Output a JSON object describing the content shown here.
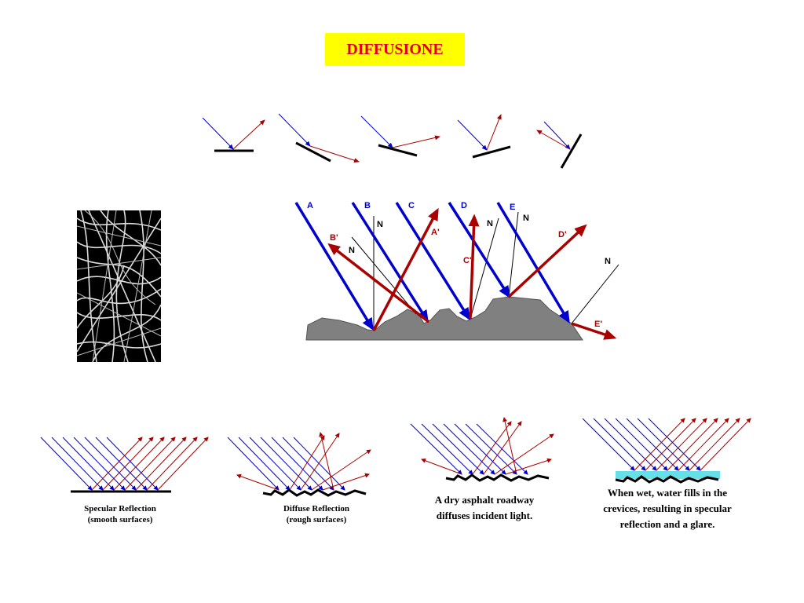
{
  "title": "DIFFUSIONE",
  "colors": {
    "title_bg": "#ffff00",
    "title_text": "#e0001b",
    "incident": "#0000cc",
    "reflected": "#aa0000",
    "surface": "#808080",
    "water": "#66e0e8"
  },
  "rough_surface": {
    "rays": [
      {
        "label": "A",
        "reflected": "A'"
      },
      {
        "label": "B",
        "reflected": "B'"
      },
      {
        "label": "C",
        "reflected": ""
      },
      {
        "label": "D",
        "reflected": "D'"
      },
      {
        "label": "E",
        "reflected": "E'"
      }
    ],
    "extra_reflected": "C'",
    "normal_label": "N"
  },
  "captions": {
    "specular": [
      "Specular Reflection",
      "(smooth surfaces)"
    ],
    "diffuse": [
      "Diffuse Reflection",
      "(rough surfaces)"
    ],
    "dry": [
      "A dry asphalt roadway",
      "diffuses incident light."
    ],
    "wet": [
      "When wet, water fills in the",
      "crevices, resulting in specular",
      "reflection and a glare."
    ]
  }
}
